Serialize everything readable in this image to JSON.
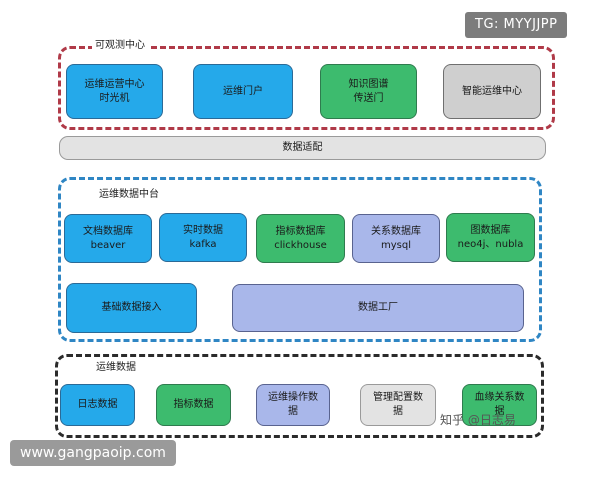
{
  "watermarks": {
    "top_right": "TG: MYYJJPP",
    "bottom_left": "www.gangpaoip.com",
    "zhihu": "知乎 @日志易"
  },
  "sections": {
    "observability": {
      "label": "可观测中心",
      "items": [
        "运维运营中心\n时光机",
        "运维门户",
        "知识图谱\n传送门",
        "智能运维中心"
      ]
    },
    "adapter": {
      "label": "数据适配"
    },
    "middle_platform": {
      "label": "运维数据中台",
      "stores": [
        "文档数据库\nbeaver",
        "实时数据\nkafka",
        "指标数据库\nclickhouse",
        "关系数据库\nmysql",
        "图数据库\nneo4j、nubla"
      ],
      "ingest": "基础数据接入",
      "factory": "数据工厂"
    },
    "ops_data": {
      "label": "运维数据",
      "items": [
        "日志数据",
        "指标数据",
        "运维操作数\n据",
        "管理配置数\n据",
        "血缘关系数\n据"
      ]
    }
  },
  "colors": {
    "blue": "#25a9ea",
    "green": "#3dbb6e",
    "gray": "#cfcfcf",
    "light_blue": "#a9b7ea",
    "observability_border": "#b03a48",
    "middle_border": "#2f86c4",
    "data_border": "#2b2b2b"
  }
}
